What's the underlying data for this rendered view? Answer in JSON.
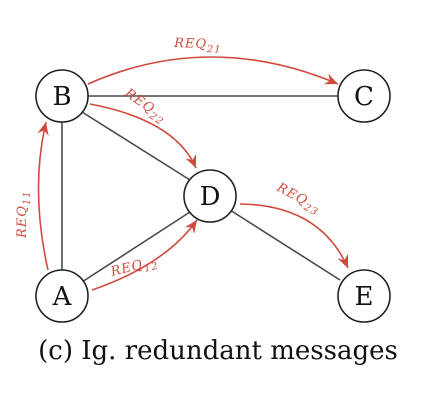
{
  "nodes": {
    "a": "A",
    "b": "B",
    "c": "C",
    "d": "D",
    "e": "E"
  },
  "edges": [
    {
      "from": "A",
      "to": "B"
    },
    {
      "from": "B",
      "to": "C"
    },
    {
      "from": "B",
      "to": "D"
    },
    {
      "from": "A",
      "to": "D"
    },
    {
      "from": "D",
      "to": "E"
    }
  ],
  "requests": {
    "req11": {
      "base": "REQ",
      "sub": "11",
      "from": "A",
      "to": "B"
    },
    "req12": {
      "base": "REQ",
      "sub": "12",
      "from": "A",
      "to": "D"
    },
    "req21": {
      "base": "REQ",
      "sub": "21",
      "from": "B",
      "to": "C"
    },
    "req22": {
      "base": "REQ",
      "sub": "22",
      "from": "B",
      "to": "D"
    },
    "req23": {
      "base": "REQ",
      "sub": "23",
      "from": "D",
      "to": "E"
    }
  },
  "colors": {
    "request": "#cf4a3c",
    "edge": "#4a4a4a"
  },
  "caption": "(c) Ig. redundant messages"
}
